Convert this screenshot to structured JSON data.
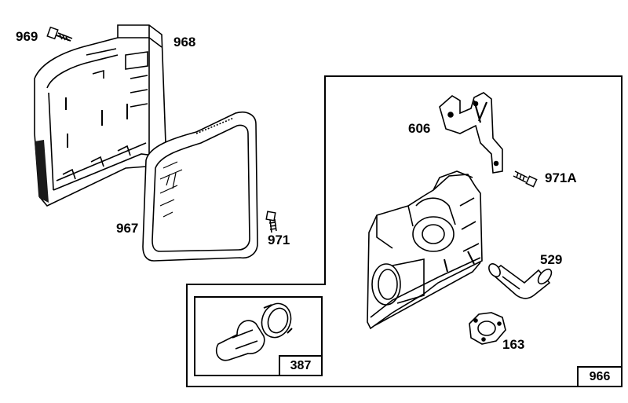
{
  "parts": {
    "p969": "969",
    "p968": "968",
    "p967": "967",
    "p971": "971",
    "p606": "606",
    "p971a": "971A",
    "p529": "529",
    "p163": "163",
    "p387": "387",
    "p966": "966"
  },
  "colors": {
    "ink": "#000000",
    "paper": "#ffffff",
    "shade": "#9a9a9a"
  }
}
